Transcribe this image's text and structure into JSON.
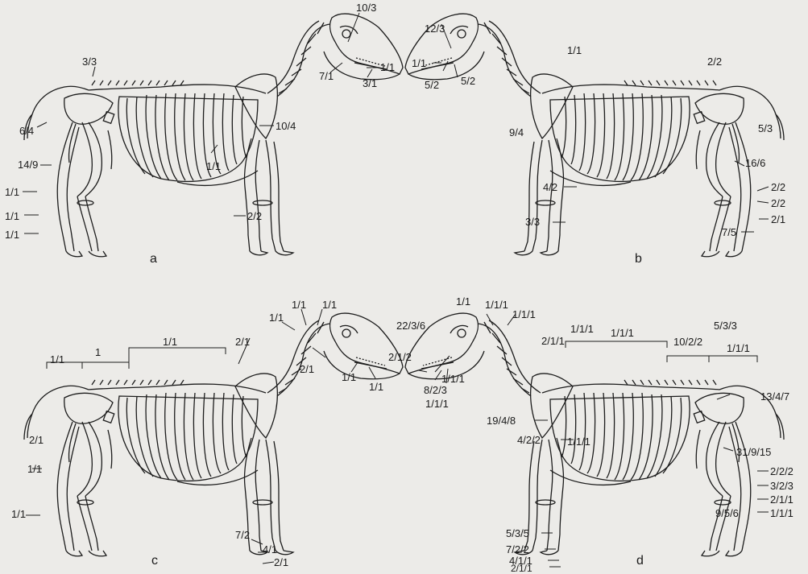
{
  "panels": {
    "a": {
      "letter": "a",
      "labels": [
        "3/3",
        "10/3",
        "7/1",
        "1/1",
        "3/1",
        "10/4",
        "6/4",
        "14/9",
        "1/1",
        "1/1",
        "1/1",
        "1/1",
        "2/2"
      ]
    },
    "b": {
      "letter": "b",
      "labels": [
        "12/3",
        "1/1",
        "5/2",
        "5/2",
        "1/1",
        "2/2",
        "9/4",
        "5/3",
        "16/6",
        "4/2",
        "2/2",
        "2/2",
        "2/1",
        "3/3",
        "7/5"
      ]
    },
    "c": {
      "letter": "c",
      "labels": [
        "1/1",
        "1/1",
        "1/1",
        "1",
        "1/1",
        "2/1",
        "2/1",
        "1/1",
        "1/1",
        "2/1",
        "1/1",
        "1/1",
        "7/2",
        "4/1",
        "2/1"
      ]
    },
    "d": {
      "letter": "d",
      "labels": [
        "1/1",
        "1/1/1",
        "1/1/1",
        "22/3/6",
        "2/1/2",
        "1/1/1",
        "8/2/3",
        "1/1/1",
        "2/1/1",
        "1/1/1",
        "1/1/1",
        "10/2/2",
        "5/3/3",
        "1/1/1",
        "19/4/8",
        "13/4/7",
        "4/2/2",
        "1/1/1",
        "31/9/15",
        "2/2/2",
        "3/2/3",
        "2/1/1",
        "1/1/1",
        "5/3/5",
        "9/5/6",
        "7/2/2",
        "4/1/1",
        "2/1/1"
      ]
    }
  }
}
